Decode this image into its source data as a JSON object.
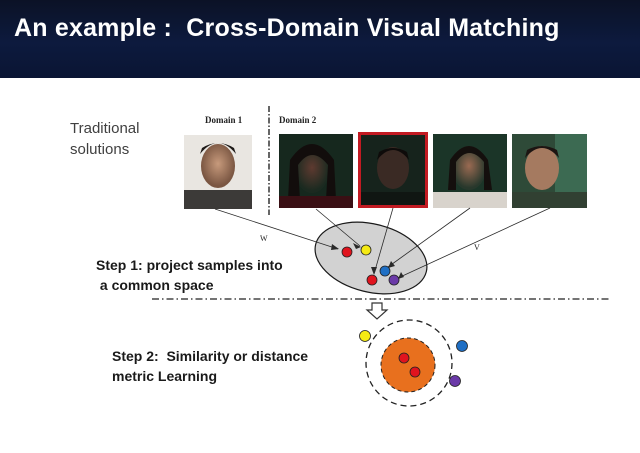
{
  "header": {
    "title": "An example :  Cross-Domain Visual Matching"
  },
  "left_label": {
    "line1": "Traditional",
    "line2": "solutions"
  },
  "domains": {
    "domain1": "Domain 1",
    "domain2": "Domain 2"
  },
  "proj_labels": {
    "w": "W",
    "v": "V"
  },
  "step1": {
    "line1": "Step 1: project samples into",
    "line2": " a common space"
  },
  "step2": {
    "line1": "Step 2:  Similarity or distance",
    "line2": "metric Learning"
  },
  "colors": {
    "header_bg": "#0d1a3e",
    "red": "#e0141e",
    "yellow": "#f5ea14",
    "blue": "#1f6fc4",
    "purple": "#6b3aa8",
    "orange": "#e8701e",
    "ellipse_fill": "#d2d2d2"
  }
}
